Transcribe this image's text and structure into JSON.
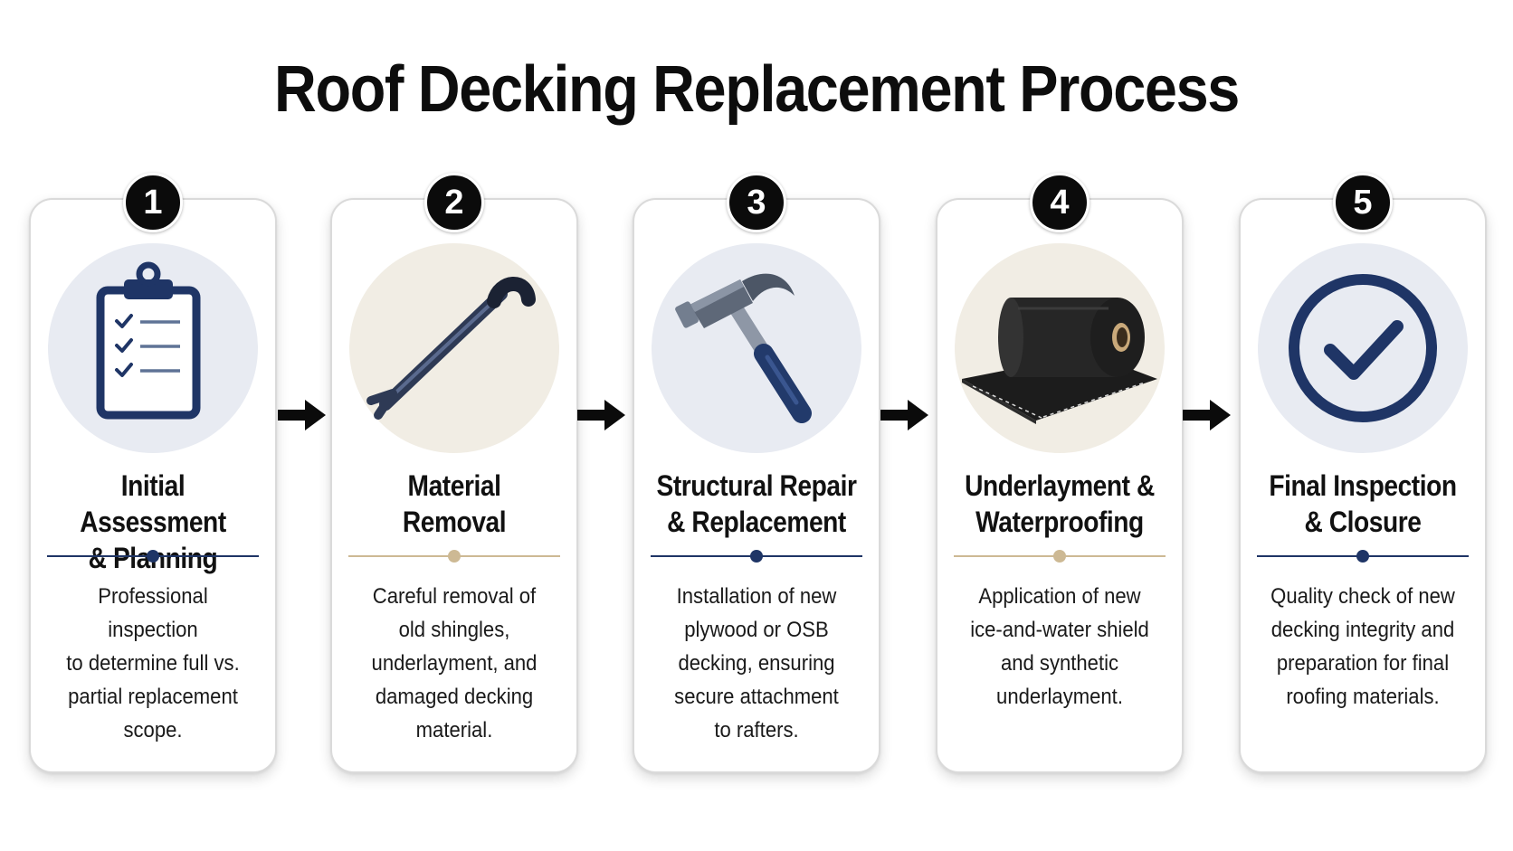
{
  "title": "Roof Decking Replacement Process",
  "colors": {
    "navy": "#1f3566",
    "gold": "#cdb994",
    "badge": "#0b0b0b",
    "icon_bg_cool": "#e8ebf2",
    "icon_bg_warm": "#f1ede4"
  },
  "steps": [
    {
      "number": "1",
      "icon": "clipboard-checklist-icon",
      "title_lines": [
        "Initial Assessment",
        "& Planning"
      ],
      "description_lines": [
        "Professional inspection",
        "to determine full vs.",
        "partial replacement",
        "scope."
      ]
    },
    {
      "number": "2",
      "icon": "crowbar-icon",
      "title_lines": [
        "Material",
        "Removal"
      ],
      "description_lines": [
        "Careful removal of",
        "old shingles,",
        "underlayment, and",
        "damaged decking",
        "material."
      ]
    },
    {
      "number": "3",
      "icon": "hammer-icon",
      "title_lines": [
        "Structural Repair",
        "& Replacement"
      ],
      "description_lines": [
        "Installation of new",
        "plywood or OSB",
        "decking, ensuring",
        "secure attachment",
        "to rafters."
      ]
    },
    {
      "number": "4",
      "icon": "underlayment-roll-icon",
      "title_lines": [
        "Underlayment &",
        "Waterproofing"
      ],
      "description_lines": [
        "Application of new",
        "ice-and-water shield",
        "and synthetic",
        "underlayment."
      ]
    },
    {
      "number": "5",
      "icon": "checkmark-circle-icon",
      "title_lines": [
        "Final Inspection",
        "& Closure"
      ],
      "description_lines": [
        "Quality check of new",
        "decking integrity and",
        "preparation for final",
        "roofing materials."
      ]
    }
  ]
}
